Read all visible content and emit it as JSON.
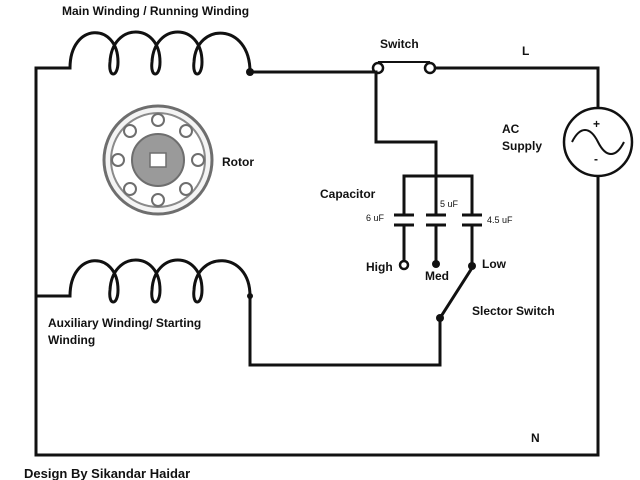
{
  "labels": {
    "main_winding": "Main Winding / Running Winding",
    "switch": "Switch",
    "line": "L",
    "ac_supply_1": "AC",
    "ac_supply_2": "Supply",
    "rotor": "Rotor",
    "capacitor": "Capacitor",
    "cap_6uf": "6 uF",
    "cap_5uf": "5 uF",
    "cap_45uf": "4.5 uF",
    "high": "High",
    "med": "Med",
    "low": "Low",
    "selector_switch": "Slector Switch",
    "aux_winding_1": "Auxiliary Winding/ Starting",
    "aux_winding_2": "Winding",
    "neutral": "N",
    "credit": "Design By Sikandar Haidar",
    "plus": "+",
    "minus": "-"
  },
  "colors": {
    "line": "#111111",
    "rotor_gray": "#9a9a9a",
    "rotor_dark": "#6e6e6e"
  }
}
